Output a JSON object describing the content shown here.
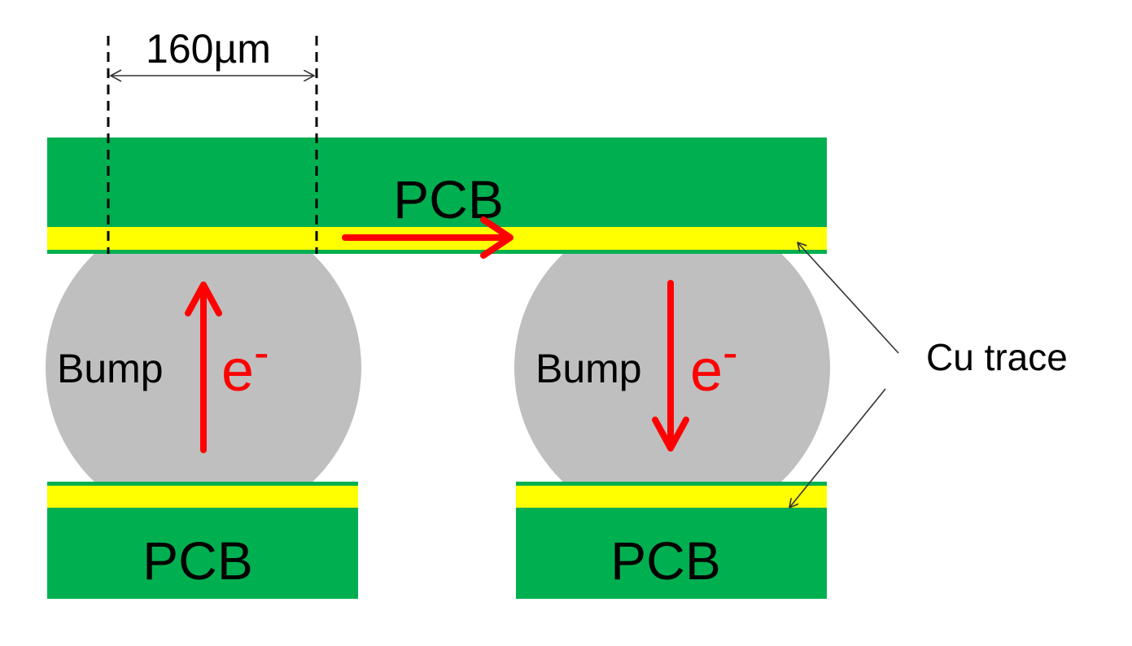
{
  "labels": {
    "dimension": "160µm",
    "pcb_top": "PCB",
    "pcb_bottom_left": "PCB",
    "pcb_bottom_right": "PCB",
    "bump_left": "Bump",
    "bump_right": "Bump",
    "electron_left": "e",
    "electron_left_sup": "-",
    "electron_right": "e",
    "electron_right_sup": "-",
    "cu_trace": "Cu trace"
  },
  "colors": {
    "pcb_green": "#00b050",
    "cu_trace_yellow": "#ffff00",
    "bump_gray": "#bfbfbf",
    "arrow_red": "#ff0000",
    "text_black": "#000000",
    "leader_gray": "#333333"
  }
}
